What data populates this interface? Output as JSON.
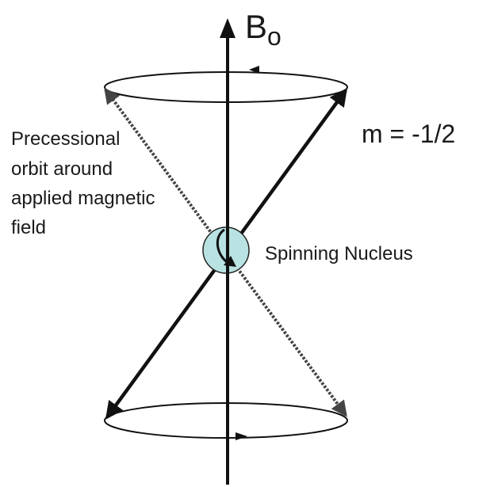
{
  "field": {
    "symbol": "B",
    "subscript": "o"
  },
  "spin_state": {
    "label": "m = -1/2"
  },
  "nucleus": {
    "label": "Spinning Nucleus",
    "color": "#b9e2e2"
  },
  "precession": {
    "label_lines": [
      "Precessional",
      "orbit around",
      "applied magnetic",
      "field"
    ]
  },
  "colors": {
    "ink": "#111111",
    "dashed_vector": "#777777"
  }
}
